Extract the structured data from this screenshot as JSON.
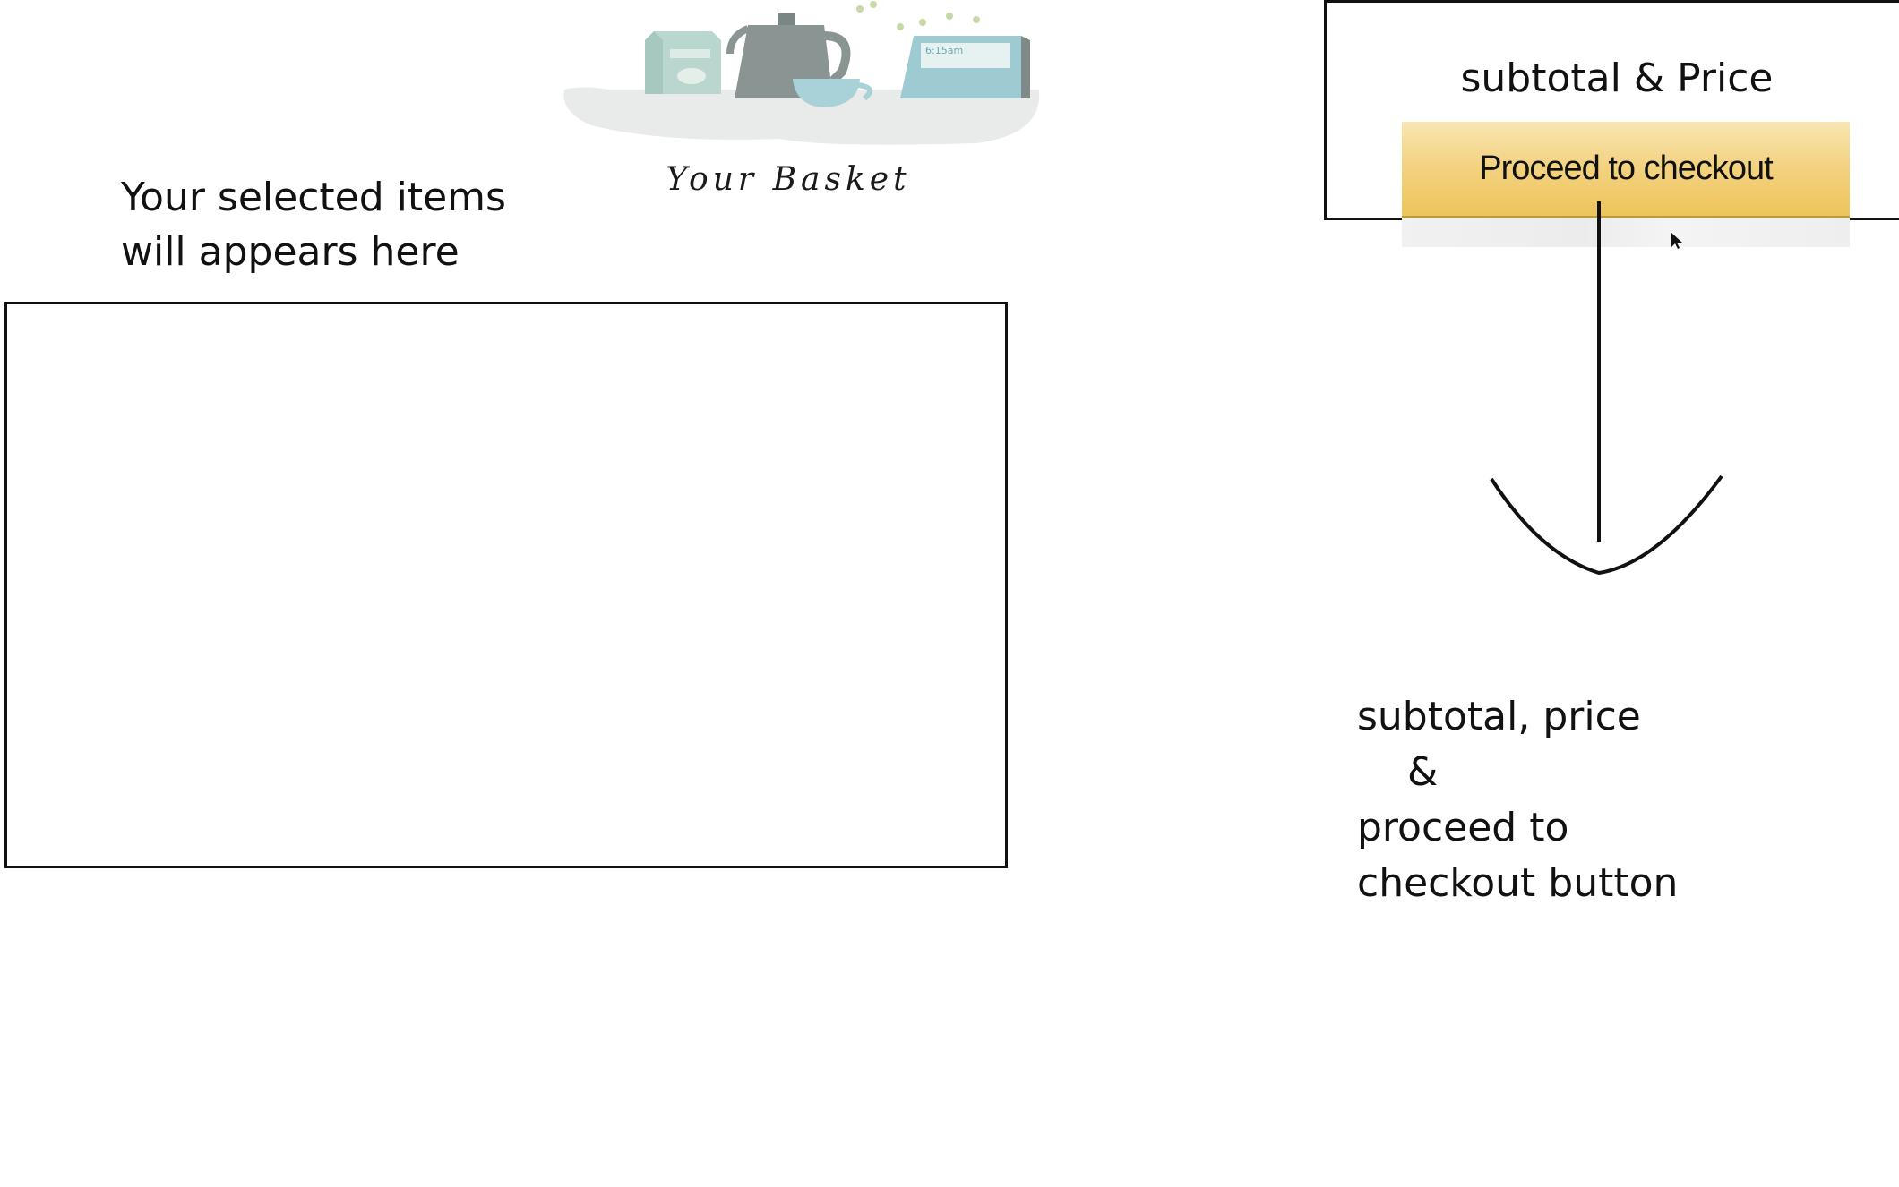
{
  "basket": {
    "caption": "Your Basket",
    "illustration": "basket-illustration",
    "clock_text": "6:15am"
  },
  "items_panel": {
    "placeholder_text": "Your selected items\nwill appears here"
  },
  "subtotal_panel": {
    "label": "subtotal & Price",
    "checkout_button_label": "Proceed to checkout",
    "button_color": "#eec45a"
  },
  "annotation": {
    "text": "subtotal, price\n    &\nproceed to\ncheckout button"
  }
}
